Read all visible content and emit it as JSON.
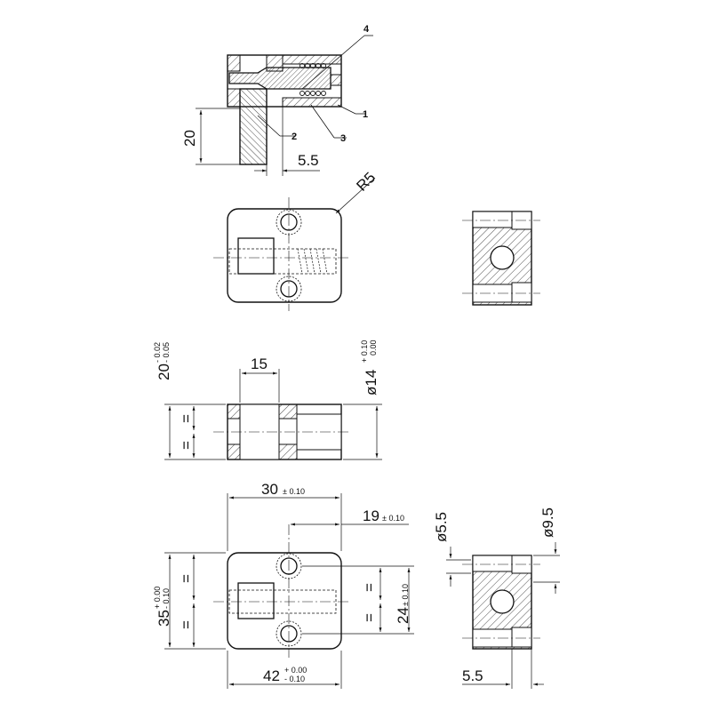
{
  "references": [
    "1",
    "2",
    "3",
    "4"
  ],
  "dimensions": {
    "top_height": "20",
    "top_offset": "5.5",
    "radius": "R5",
    "width_15": "15",
    "height_20": "20",
    "height_20_tol_upper": "- 0.02",
    "height_20_tol_lower": "- 0.05",
    "dia_14": "ø14",
    "dia_14_tol_upper": "+ 0.10",
    "dia_14_tol_lower": "0.00",
    "equal_mark": "=",
    "width_30": "30",
    "width_30_tol": "± 0.10",
    "width_19": "19",
    "width_19_tol": "± 0.10",
    "height_24": "24",
    "height_24_tol": "± 0.10",
    "height_35": "35",
    "height_35_tol_upper": "+ 0.00",
    "height_35_tol_lower": "- 0.10",
    "width_42": "42",
    "width_42_tol_upper": "+ 0.00",
    "width_42_tol_lower": "- 0.10",
    "dia_5_5": "ø5.5",
    "dia_9_5": "ø9.5",
    "side_offset": "5.5"
  }
}
